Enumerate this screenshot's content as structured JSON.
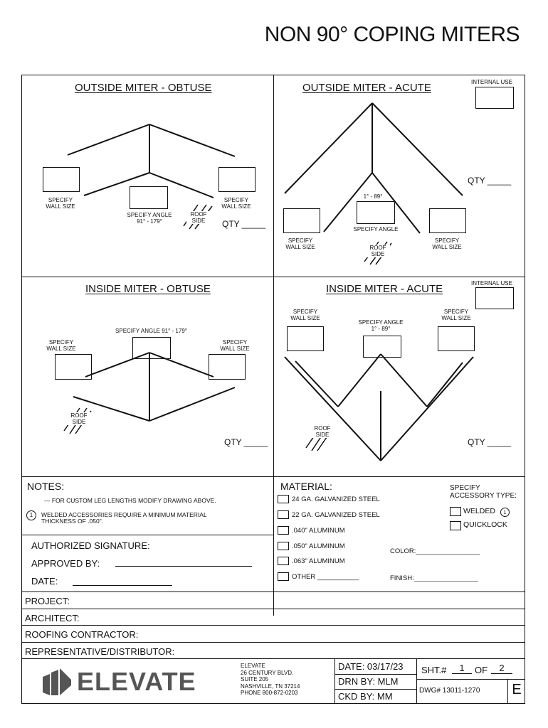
{
  "header": {
    "title": "NON 90° COPING MITERS"
  },
  "panels": {
    "outside_obtuse": {
      "title": "OUTSIDE MITER - OBTUSE",
      "specify_wall_left": "SPECIFY\nWALL SIZE",
      "specify_wall_right": "SPECIFY\nWALL SIZE",
      "specify_angle": "SPECIFY ANGLE\n91° - 179°",
      "roof_side": "ROOF\nSIDE",
      "qty": "QTY _____"
    },
    "outside_acute": {
      "title": "OUTSIDE MITER - ACUTE",
      "internal_use": "INTERNAL USE",
      "angle_range": "1° - 89°",
      "specify_angle": "SPECIFY ANGLE",
      "specify_wall_left": "SPECIFY\nWALL SIZE",
      "specify_wall_right": "SPECIFY\nWALL SIZE",
      "roof_side": "ROOF\nSIDE",
      "qty": "QTY _____"
    },
    "inside_obtuse": {
      "title": "INSIDE MITER - OBTUSE",
      "specify_angle": "SPECIFY ANGLE 91° - 179°",
      "specify_wall_left": "SPECIFY\nWALL SIZE",
      "specify_wall_right": "SPECIFY\nWALL SIZE",
      "roof_side": "ROOF\nSIDE",
      "qty": "QTY _____"
    },
    "inside_acute": {
      "title": "INSIDE MITER - ACUTE",
      "internal_use": "INTERNAL USE",
      "specify_wall_left": "SPECIFY\nWALL SIZE",
      "specify_wall_right": "SPECIFY\nWALL SIZE",
      "specify_angle": "SPECIFY ANGLE\n1° - 89°",
      "roof_side": "ROOF\nSIDE",
      "qty": "QTY _____"
    }
  },
  "notes": {
    "heading": "NOTES:",
    "note1": "--- FOR CUSTOM LEG LENGTHS MODIFY DRAWING ABOVE.",
    "note2_marker": "1",
    "note2": "WELDED ACCESSORIES REQUIRE A MINIMUM MATERIAL\nTHICKNESS OF .050\"."
  },
  "signature": {
    "authorized": "AUTHORIZED SIGNATURE:",
    "approved_by": "APPROVED BY:",
    "date": "DATE:"
  },
  "material": {
    "heading": "MATERIAL:",
    "options": [
      "24 GA. GALVANIZED STEEL",
      "22 GA. GALVANIZED STEEL",
      ".040\" ALUMINUM",
      ".050\" ALUMINUM",
      ".063\" ALUMINUM",
      "OTHER ___________"
    ],
    "accessory_heading": "SPECIFY\nACCESSORY TYPE:",
    "welded": "WELDED",
    "welded_marker": "1",
    "quicklock": "QUICKLOCK",
    "color": "COLOR:_________________",
    "finish": "FINISH:_________________"
  },
  "project_fields": [
    "PROJECT:",
    "ARCHITECT:",
    "ROOFING CONTRACTOR:",
    "REPRESENTATIVE/DISTRIBUTOR:"
  ],
  "footer": {
    "logo_text": "ELEVATE",
    "address": "ELEVATE\n26 CENTURY BLVD.\nSUITE 205\nNASHVILLE, TN 37214\nPHONE 800-872-0203",
    "date": "DATE: 03/17/23",
    "drn_by": "DRN BY:  MLM",
    "ckd_by": "CKD BY:   MM",
    "sheet_prefix": "SHT.#",
    "sheet_num": "1",
    "sheet_of": "OF",
    "sheet_total": "2",
    "dwg": "DWG# 13011-1270",
    "rev": "E"
  }
}
